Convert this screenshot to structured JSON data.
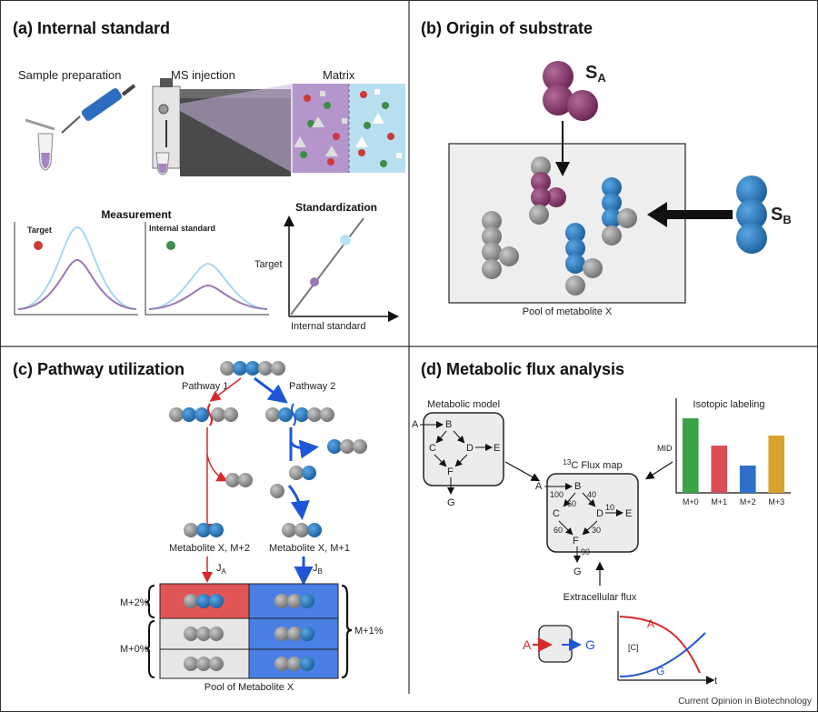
{
  "panels": {
    "a": {
      "title": "(a) Internal standard",
      "sample_prep": "Sample preparation",
      "ms_injection": "MS injection",
      "matrix": "Matrix",
      "measurement": "Measurement",
      "target_small": "Target",
      "internal_standard_small": "Internal standard",
      "standardization": "Standardization",
      "y_axis": "Target",
      "x_axis": "Internal standard"
    },
    "b": {
      "title": "(b) Origin of substrate",
      "sa": "S",
      "sa_sub": "A",
      "sb": "S",
      "sb_sub": "B",
      "pool": "Pool of metabolite X"
    },
    "c": {
      "title": "(c) Pathway utilization",
      "pathway1": "Pathway 1",
      "pathway2": "Pathway 2",
      "metab_m2": "Metabolite X, M+2",
      "metab_m1": "Metabolite X, M+1",
      "ja": "J",
      "ja_sub": "A",
      "jb": "J",
      "jb_sub": "B",
      "m2pct": "M+2%",
      "m0pct": "M+0%",
      "m1pct": "M+1%",
      "pool": "Pool of Metabolite X"
    },
    "d": {
      "title": "(d) Metabolic flux analysis",
      "model_title": "Metabolic model",
      "nodes": {
        "a": "A",
        "b": "B",
        "c": "C",
        "d": "D",
        "e": "E",
        "f": "F",
        "g": "G"
      },
      "fluxmap_sup": "13",
      "fluxmap_title": "C Flux map",
      "flux_values": {
        "ab": "100",
        "bc": "60",
        "bd": "40",
        "de": "10",
        "cf": "60",
        "df": "30",
        "fg": "90"
      },
      "isotopic_title": "Isotopic labeling",
      "mid": "MID",
      "extracellular": "Extracellular flux",
      "conc_label": "[C]",
      "time_label": "t",
      "curve_a": "A",
      "curve_g": "G"
    }
  },
  "colors": {
    "gray_atom": "#8f8f8f",
    "blue_atom": "#2a7bbf",
    "purple_atom": "#8b3a6e",
    "red_arrow": "#d42a2a",
    "blue_arrow": "#1f56d8",
    "red_cell": "#e05555",
    "blue_cell": "#4a7fe6",
    "light_cell": "#e6e6e6"
  },
  "chart_data": {
    "type": "bar",
    "title": "Isotopic labeling",
    "ylabel": "MID",
    "categories": [
      "M+0",
      "M+1",
      "M+2",
      "M+3"
    ],
    "values": [
      0.82,
      0.52,
      0.3,
      0.63
    ],
    "colors": [
      "#3aa346",
      "#d94e55",
      "#2f6fc9",
      "#d7a32e"
    ],
    "ylim": [
      0,
      1
    ]
  },
  "footer": "Current Opinion in Biotechnology"
}
